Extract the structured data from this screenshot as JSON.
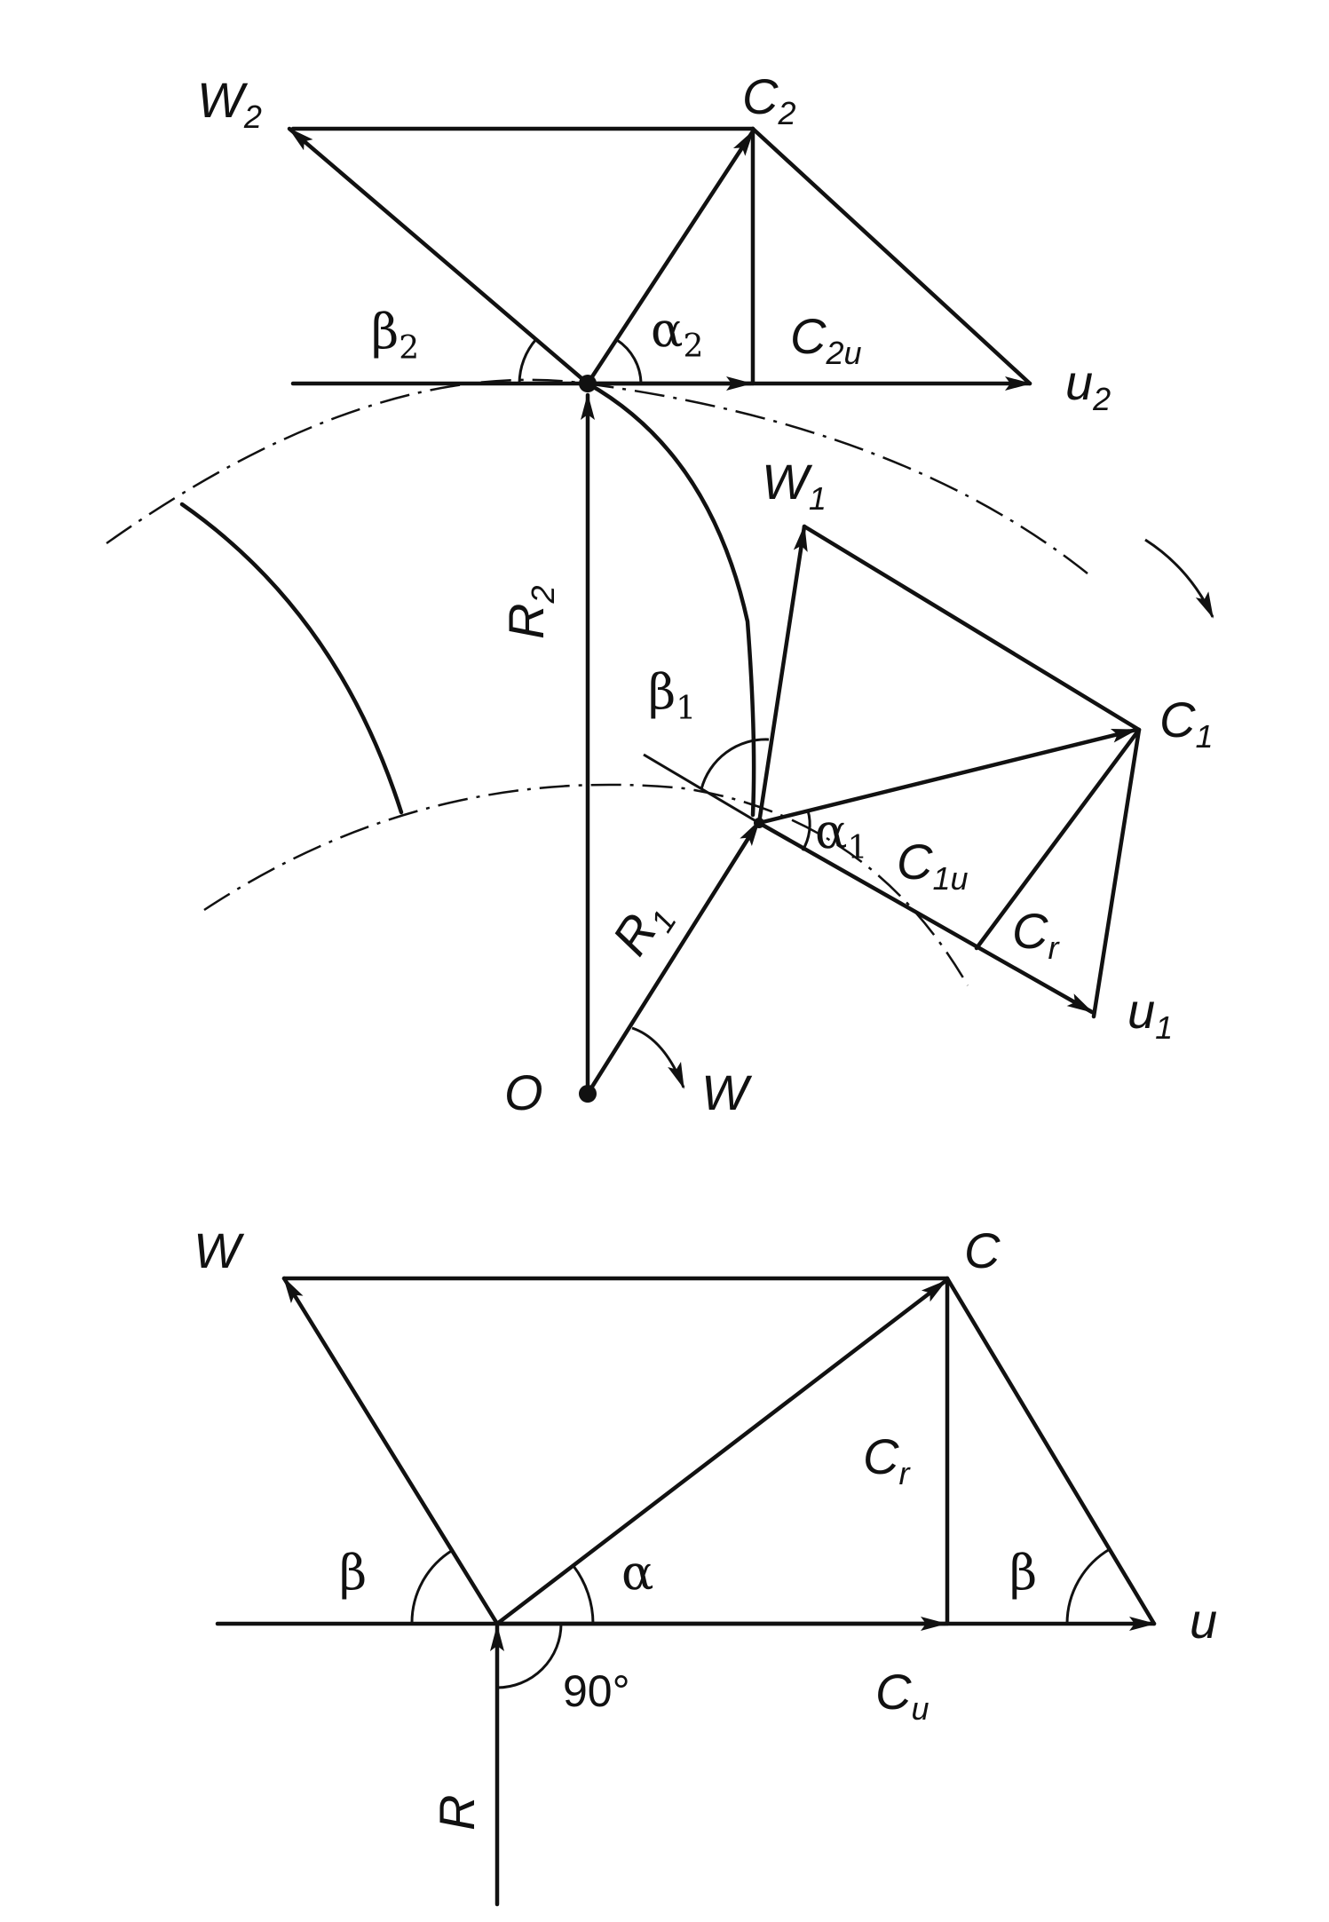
{
  "labels": {
    "W2": {
      "main": "W",
      "sub": "2"
    },
    "C2": {
      "main": "C",
      "sub": "2"
    },
    "beta2": {
      "main": "β",
      "sub": "2"
    },
    "alpha2": {
      "main": "α",
      "sub": "2"
    },
    "C2u": {
      "main": "C",
      "sub": "2u"
    },
    "u2": {
      "main": "u",
      "sub": "2"
    },
    "W1": {
      "main": "W",
      "sub": "1"
    },
    "R2": {
      "main": "R",
      "sub": "2"
    },
    "beta1": {
      "main": "β",
      "sub": "1"
    },
    "C1": {
      "main": "C",
      "sub": "1"
    },
    "alpha1": {
      "main": "α",
      "sub": "1"
    },
    "C1u": {
      "main": "C",
      "sub": "1u"
    },
    "Cr1": {
      "main": "C",
      "sub": "r"
    },
    "R1": {
      "main": "R",
      "sub": "1"
    },
    "u1": {
      "main": "u",
      "sub": "1"
    },
    "O": "O",
    "omega": "W",
    "W": "W",
    "C": "C",
    "Cr": {
      "main": "C",
      "sub": "r"
    },
    "beta": "β",
    "alpha": "α",
    "beta_b": "β",
    "u": "u",
    "Cu": {
      "main": "C",
      "sub": "u"
    },
    "R": "R",
    "angle90": "90°"
  }
}
